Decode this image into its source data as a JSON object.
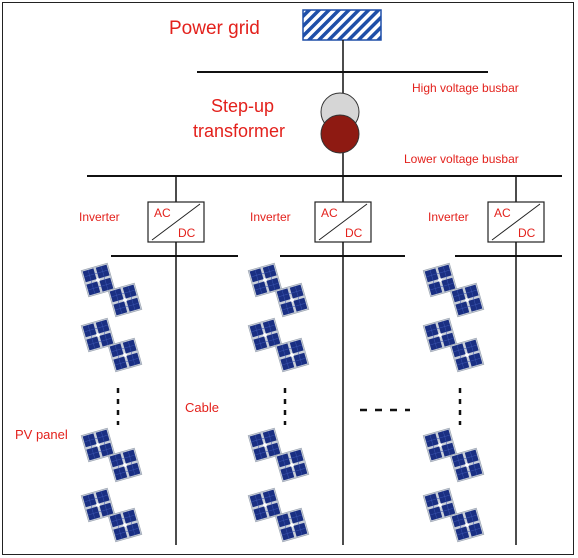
{
  "labels": {
    "power_grid": "Power grid",
    "high_voltage_busbar": "High voltage busbar",
    "step_up_line1": "Step-up",
    "step_up_line2": "transformer",
    "lower_voltage_busbar": "Lower voltage busbar",
    "inverter": "Inverter",
    "ac": "AC",
    "dc": "DC",
    "cable": "Cable",
    "pv_panel": "PV panel"
  },
  "colors": {
    "label_red": "#e3211c",
    "grid_blue": "#1f4fa8",
    "transformer_grey": "#d6d6d6",
    "transformer_red": "#8e1a12",
    "panel_blue": "#1a2f82",
    "panel_frame": "#c8ced8",
    "line": "#111111"
  },
  "inverter_count": 3
}
